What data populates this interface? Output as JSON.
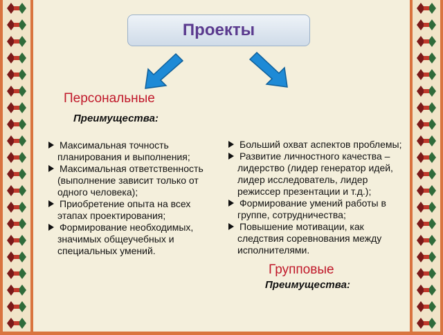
{
  "slide": {
    "title": "Проекты",
    "personal": {
      "heading": "Персональные",
      "advantages_label": "Преимущества:",
      "items": [
        "Максимальная точность планирования и выполнения;",
        "Максимальная ответственность (выполнение зависит только от одного человека);",
        "Приобретение опыта на всех этапах проектирования;",
        "Формирование необходимых, значимых общеучебных и специальных умений."
      ]
    },
    "group": {
      "heading": "Групповые",
      "advantages_label": "Преимущества:",
      "items": [
        "Больший охват аспектов проблемы;",
        "Развитие личностного качества – лидерство (лидер генератор идей, лидер исследователь, лидер режиссер презентации и т.д.);",
        "Формирование умений работы в группе, сотрудничества;",
        "Повышение мотивации, как следствия соревнования между исполнителями."
      ]
    }
  },
  "colors": {
    "border": "#d9743f",
    "slide_background": "#f4efdc",
    "title_text": "#5a3a8e",
    "heading_text": "#c0182a",
    "arrow": "#1e8ad6"
  },
  "icons": {
    "left_arrow": "arrow-down-left-icon",
    "right_arrow": "arrow-down-right-icon",
    "bullet": "triangle-bullet-icon"
  }
}
